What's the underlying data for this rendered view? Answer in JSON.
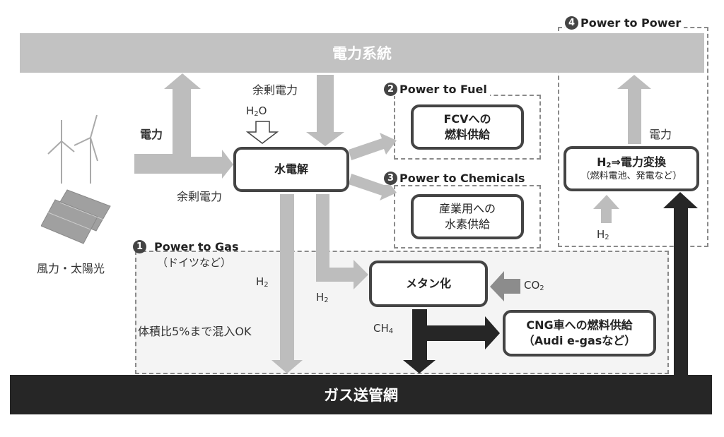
{
  "diagram": {
    "grid_bar": {
      "label": "電力系統"
    },
    "gas_bar": {
      "label": "ガス送管網"
    },
    "source": {
      "label": "風力・太陽光",
      "icons": [
        "wind-turbine-icon",
        "solar-panel-icon"
      ]
    },
    "labels": {
      "power_up": "電力",
      "surplus_top": "余剰電力",
      "surplus_left": "余剰電力",
      "h2o": "H2O",
      "h2_left": "H2",
      "h2_mid": "H2",
      "co2": "CO2",
      "ch4": "CH4",
      "blend": "体積比5%まで混入OK",
      "p2p_power": "電力",
      "p2p_h2": "H2"
    },
    "nodes": {
      "electrolysis": "水電解",
      "methanation": "メタン化",
      "fcv_line1": "FCVへの",
      "fcv_line2": "燃料供給",
      "industry_line1": "産業用への",
      "industry_line2": "水素供給",
      "cng_line1": "CNG車への燃料供給",
      "cng_line2": "（Audi e-gasなど）",
      "p2p_line1": "H2⇒電力変換",
      "p2p_line2": "（燃料電池、発電など）"
    },
    "sections": [
      {
        "num": "1",
        "title": "Power to Gas",
        "subtitle": "（ドイツなど）"
      },
      {
        "num": "2",
        "title": "Power to Fuel"
      },
      {
        "num": "3",
        "title": "Power to Chemicals"
      },
      {
        "num": "4",
        "title": "Power to Power"
      }
    ],
    "colors": {
      "light_arrow": "#bdbdbd",
      "dark_arrow": "#262626",
      "co2_arrow": "#8c8c8c",
      "grid_bar": "#c2c2c2",
      "gas_bar": "#262626"
    }
  }
}
